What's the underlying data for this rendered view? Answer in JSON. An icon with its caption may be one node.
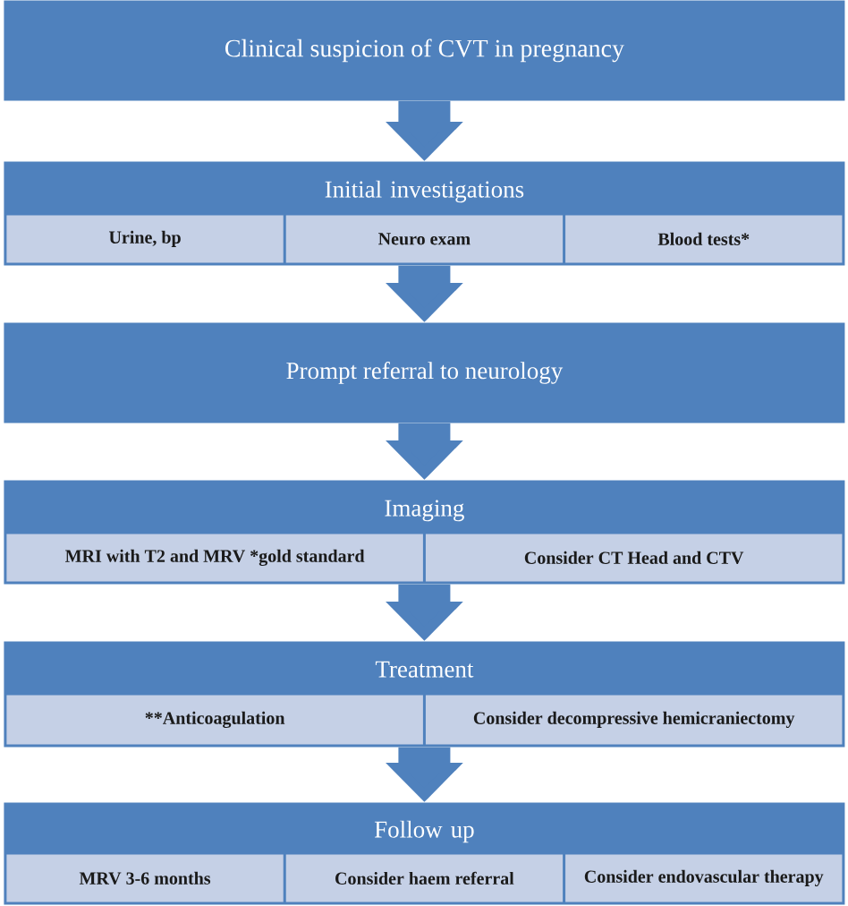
{
  "diagram": {
    "nodes": [
      {
        "text": [
          "Clinical suspicion of CVT in pregnancy"
        ]
      },
      {
        "text": [
          "Initial investigations"
        ]
      },
      {
        "text": [
          "Urine, bp"
        ],
        "in": 1
      },
      {
        "text": [
          "Neuro exam"
        ],
        "in": 1
      },
      {
        "text": [
          "Blood tests*"
        ],
        "in": 1
      },
      {
        "text": [
          "Prompt referral to neurology"
        ]
      },
      {
        "text": [
          "Imaging"
        ]
      },
      {
        "text": [
          "MRI with T2 and MRV *gold standard"
        ],
        "in": 6
      },
      {
        "text": [
          "Consider CT Head and CTV"
        ],
        "in": 6
      },
      {
        "text": [
          "Treatment"
        ]
      },
      {
        "text": [
          "**Anticoagulation"
        ],
        "in": 9
      },
      {
        "text": [
          "Consider decompressive hemicraniectomy"
        ],
        "in": 9
      },
      {
        "text": [
          "Follow up"
        ]
      },
      {
        "text": [
          "MRV 3-6 months"
        ],
        "in": 12
      },
      {
        "text": [
          "Consider haem referral"
        ],
        "in": 12
      },
      {
        "text": [
          "Consider endovascular therapy"
        ],
        "in": 12
      }
    ],
    "edges": [
      {
        "from": 0,
        "to": 1,
        "arrow": "to"
      },
      {
        "from": 1,
        "to": 5,
        "arrow": "to"
      },
      {
        "from": 5,
        "to": 6,
        "arrow": "to"
      },
      {
        "from": 6,
        "to": 9,
        "arrow": "to"
      },
      {
        "from": 9,
        "to": 12,
        "arrow": "to"
      }
    ]
  }
}
